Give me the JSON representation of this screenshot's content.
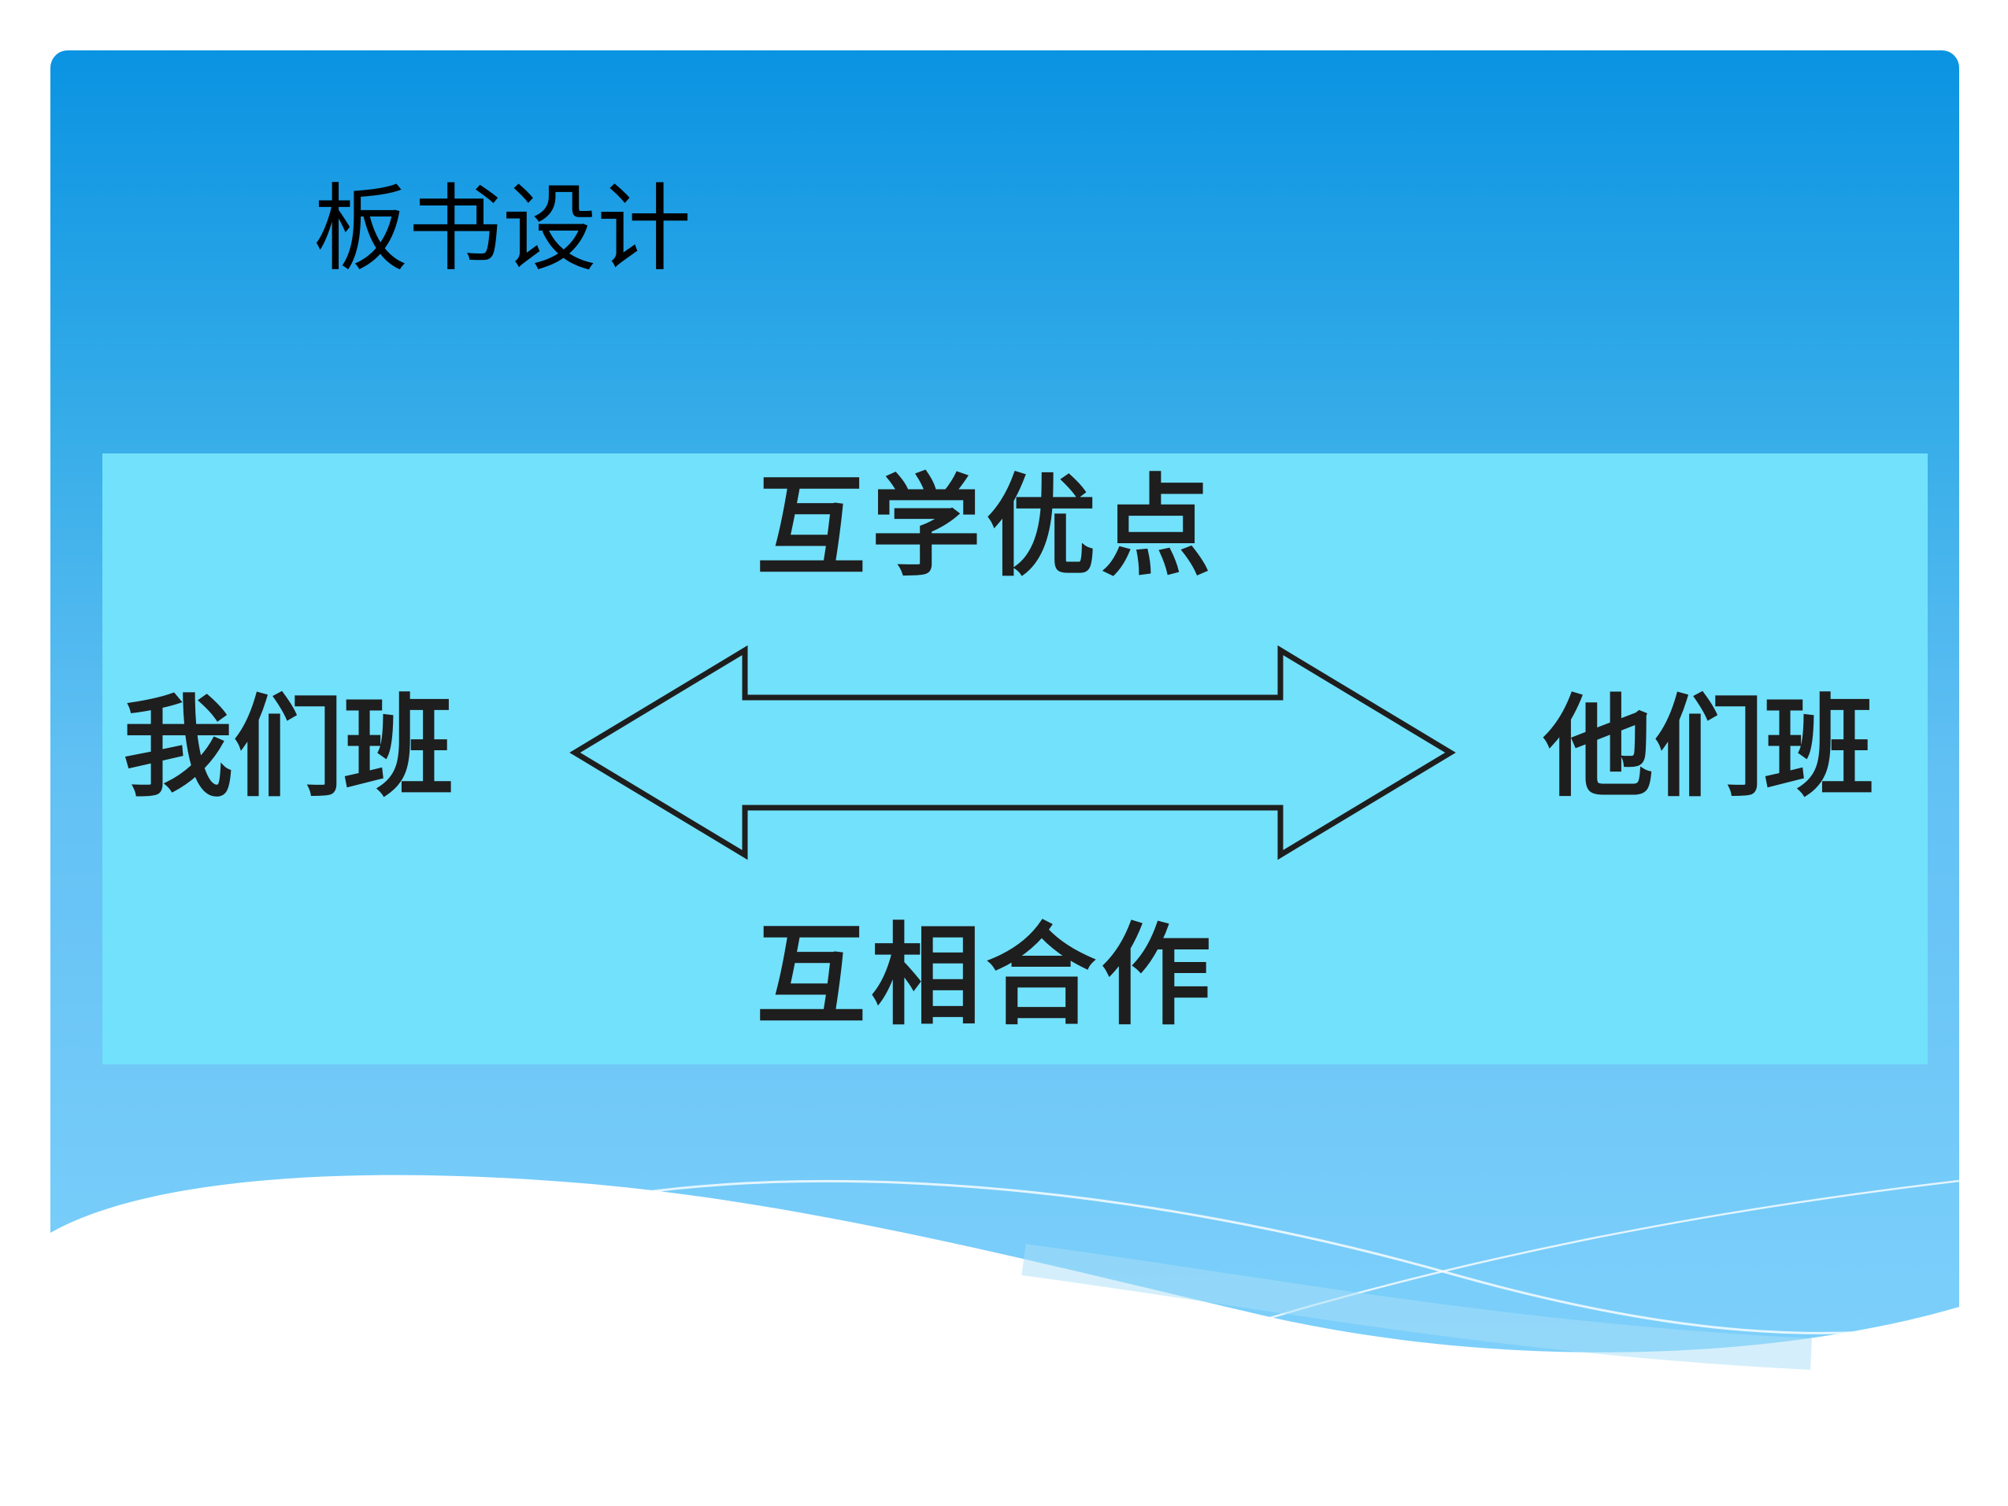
{
  "slide": {
    "title": "板书设计",
    "board": {
      "top_label": "互学优点",
      "bottom_label": "互相合作",
      "left_label": "我们班",
      "right_label": "他们班"
    }
  },
  "colors": {
    "background_top": "#0a93e2",
    "background_bottom": "#7ed0fb",
    "board_fill": "#72e1fb",
    "text": "#1e1e1e",
    "arrow_stroke": "#1e1e1e"
  },
  "icons": {
    "arrow": "double-headed-arrow"
  }
}
